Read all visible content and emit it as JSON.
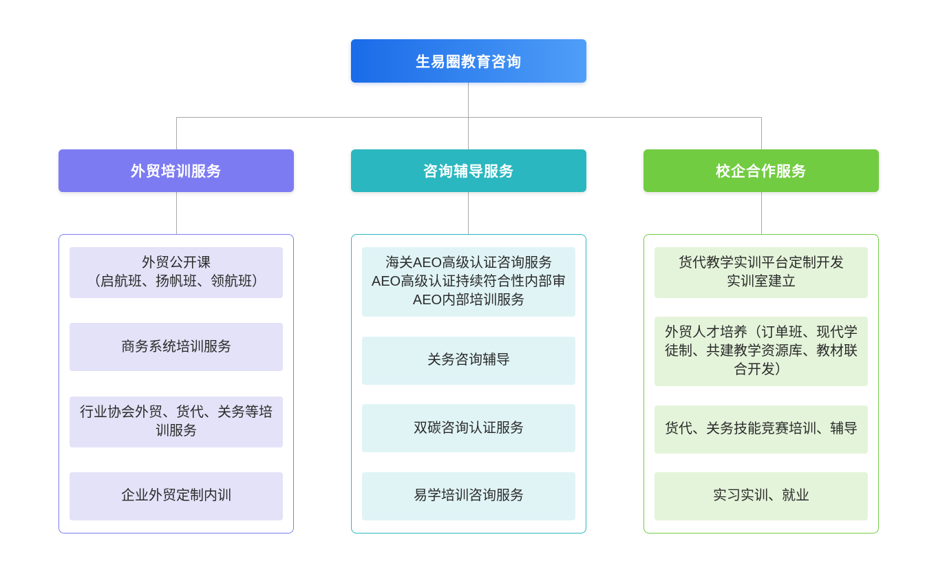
{
  "root": {
    "label": "生易圈教育咨询",
    "gradient_from": "#1a6be8",
    "gradient_to": "#4f9ef8"
  },
  "connector_color": "#a9a9a9",
  "columns": [
    {
      "header": "外贸培训服务",
      "accent": "#7d7bf2",
      "item_bg": "#e4e2f8",
      "items": [
        {
          "text": "外贸公开课\n（启航班、扬帆班、领航班）"
        },
        {
          "text": "商务系统培训服务"
        },
        {
          "text": "行业协会外贸、货代、关务等培训服务"
        },
        {
          "text": "企业外贸定制内训"
        }
      ]
    },
    {
      "header": "咨询辅导服务",
      "accent": "#2ab7bf",
      "item_bg": "#e0f4f6",
      "items": [
        {
          "text": "海关AEO高级认证咨询服务\nAEO高级认证持续符合性内部审\nAEO内部培训服务"
        },
        {
          "text": "关务咨询辅导"
        },
        {
          "text": "双碳咨询认证服务"
        },
        {
          "text": "易学培训咨询服务"
        }
      ]
    },
    {
      "header": "校企合作服务",
      "accent": "#72cc42",
      "item_bg": "#e4f4da",
      "items": [
        {
          "text": "货代教学实训平台定制开发\n实训室建立"
        },
        {
          "text": "外贸人才培养（订单班、现代学徒制、共建教学资源库、教材联合开发）"
        },
        {
          "text": "货代、关务技能竞赛培训、辅导"
        },
        {
          "text": "实习实训、就业"
        }
      ]
    }
  ]
}
